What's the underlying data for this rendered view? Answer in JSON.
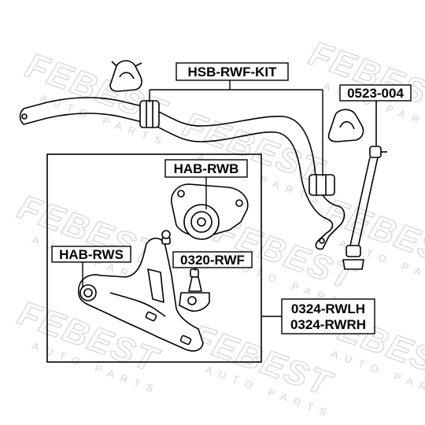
{
  "diagram": {
    "watermark": {
      "brand": "FEBEST",
      "tagline": "AUTO PARTS"
    },
    "part_labels": {
      "stabilizer_kit": "HSB-RWF-KIT",
      "stabilizer_link": "0523-004",
      "rear_bushing": "HAB-RWB",
      "front_bushing": "HAB-RWS",
      "ball_joint": "0320-RWF",
      "arm_left": "0324-RWLH",
      "arm_right": "0324-RWRH"
    },
    "colors": {
      "line": "#000000",
      "watermark": "#d9d9d9",
      "background": "#ffffff"
    }
  }
}
